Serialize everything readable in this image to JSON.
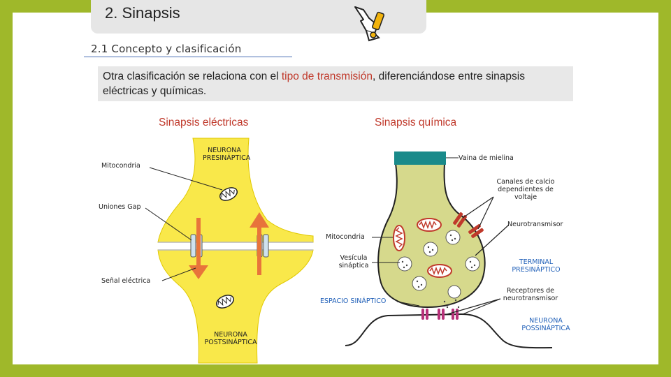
{
  "slide": {
    "title": "2. Sinapsis",
    "subtitle": "2.1 Concepto y clasificación",
    "paragraph": {
      "before": "Otra clasificación se relaciona con el ",
      "highlight": "tipo de transmisión",
      "after": ",  diferenciándose entre sinapsis eléctricas y químicas."
    }
  },
  "electrical": {
    "heading": "Sinapsis eléctricas",
    "labels": {
      "presynaptic": "NEURONA PRESINÁPTICA",
      "mitochondria": "Mitocondria",
      "gap_junctions": "Uniones Gap",
      "signal": "Señal eléctrica",
      "postsynaptic": "NEURONA POSTSINÁPTICA"
    }
  },
  "chemical": {
    "heading": "Sinapsis química",
    "labels": {
      "myelin": "Vaina de mielina",
      "calcium_channels": "Canales de calcio dependientes de voltaje",
      "neurotransmitter": "Neurotransmisor",
      "mitochondria": "Mitocondria",
      "vesicle": "Vesícula sináptica",
      "terminal": "TERMINAL PRESINÁPTICO",
      "receptors": "Receptores de neurotransmisor",
      "cleft": "ESPACIO SINÁPTICO",
      "postsynaptic": "NEURONA POSSINÁPTICA"
    }
  },
  "colors": {
    "frame": "#9fb82a",
    "accent_text": "#c0392b",
    "neuron_fill": "#f9e84a",
    "terminal_fill": "#d6d98c",
    "myelin": "#1a8a8a",
    "arrow": "#e8743b",
    "label_blue": "#1f5fb8"
  },
  "icons": [
    "pointing-hand-icon",
    "exclamation-icon"
  ]
}
